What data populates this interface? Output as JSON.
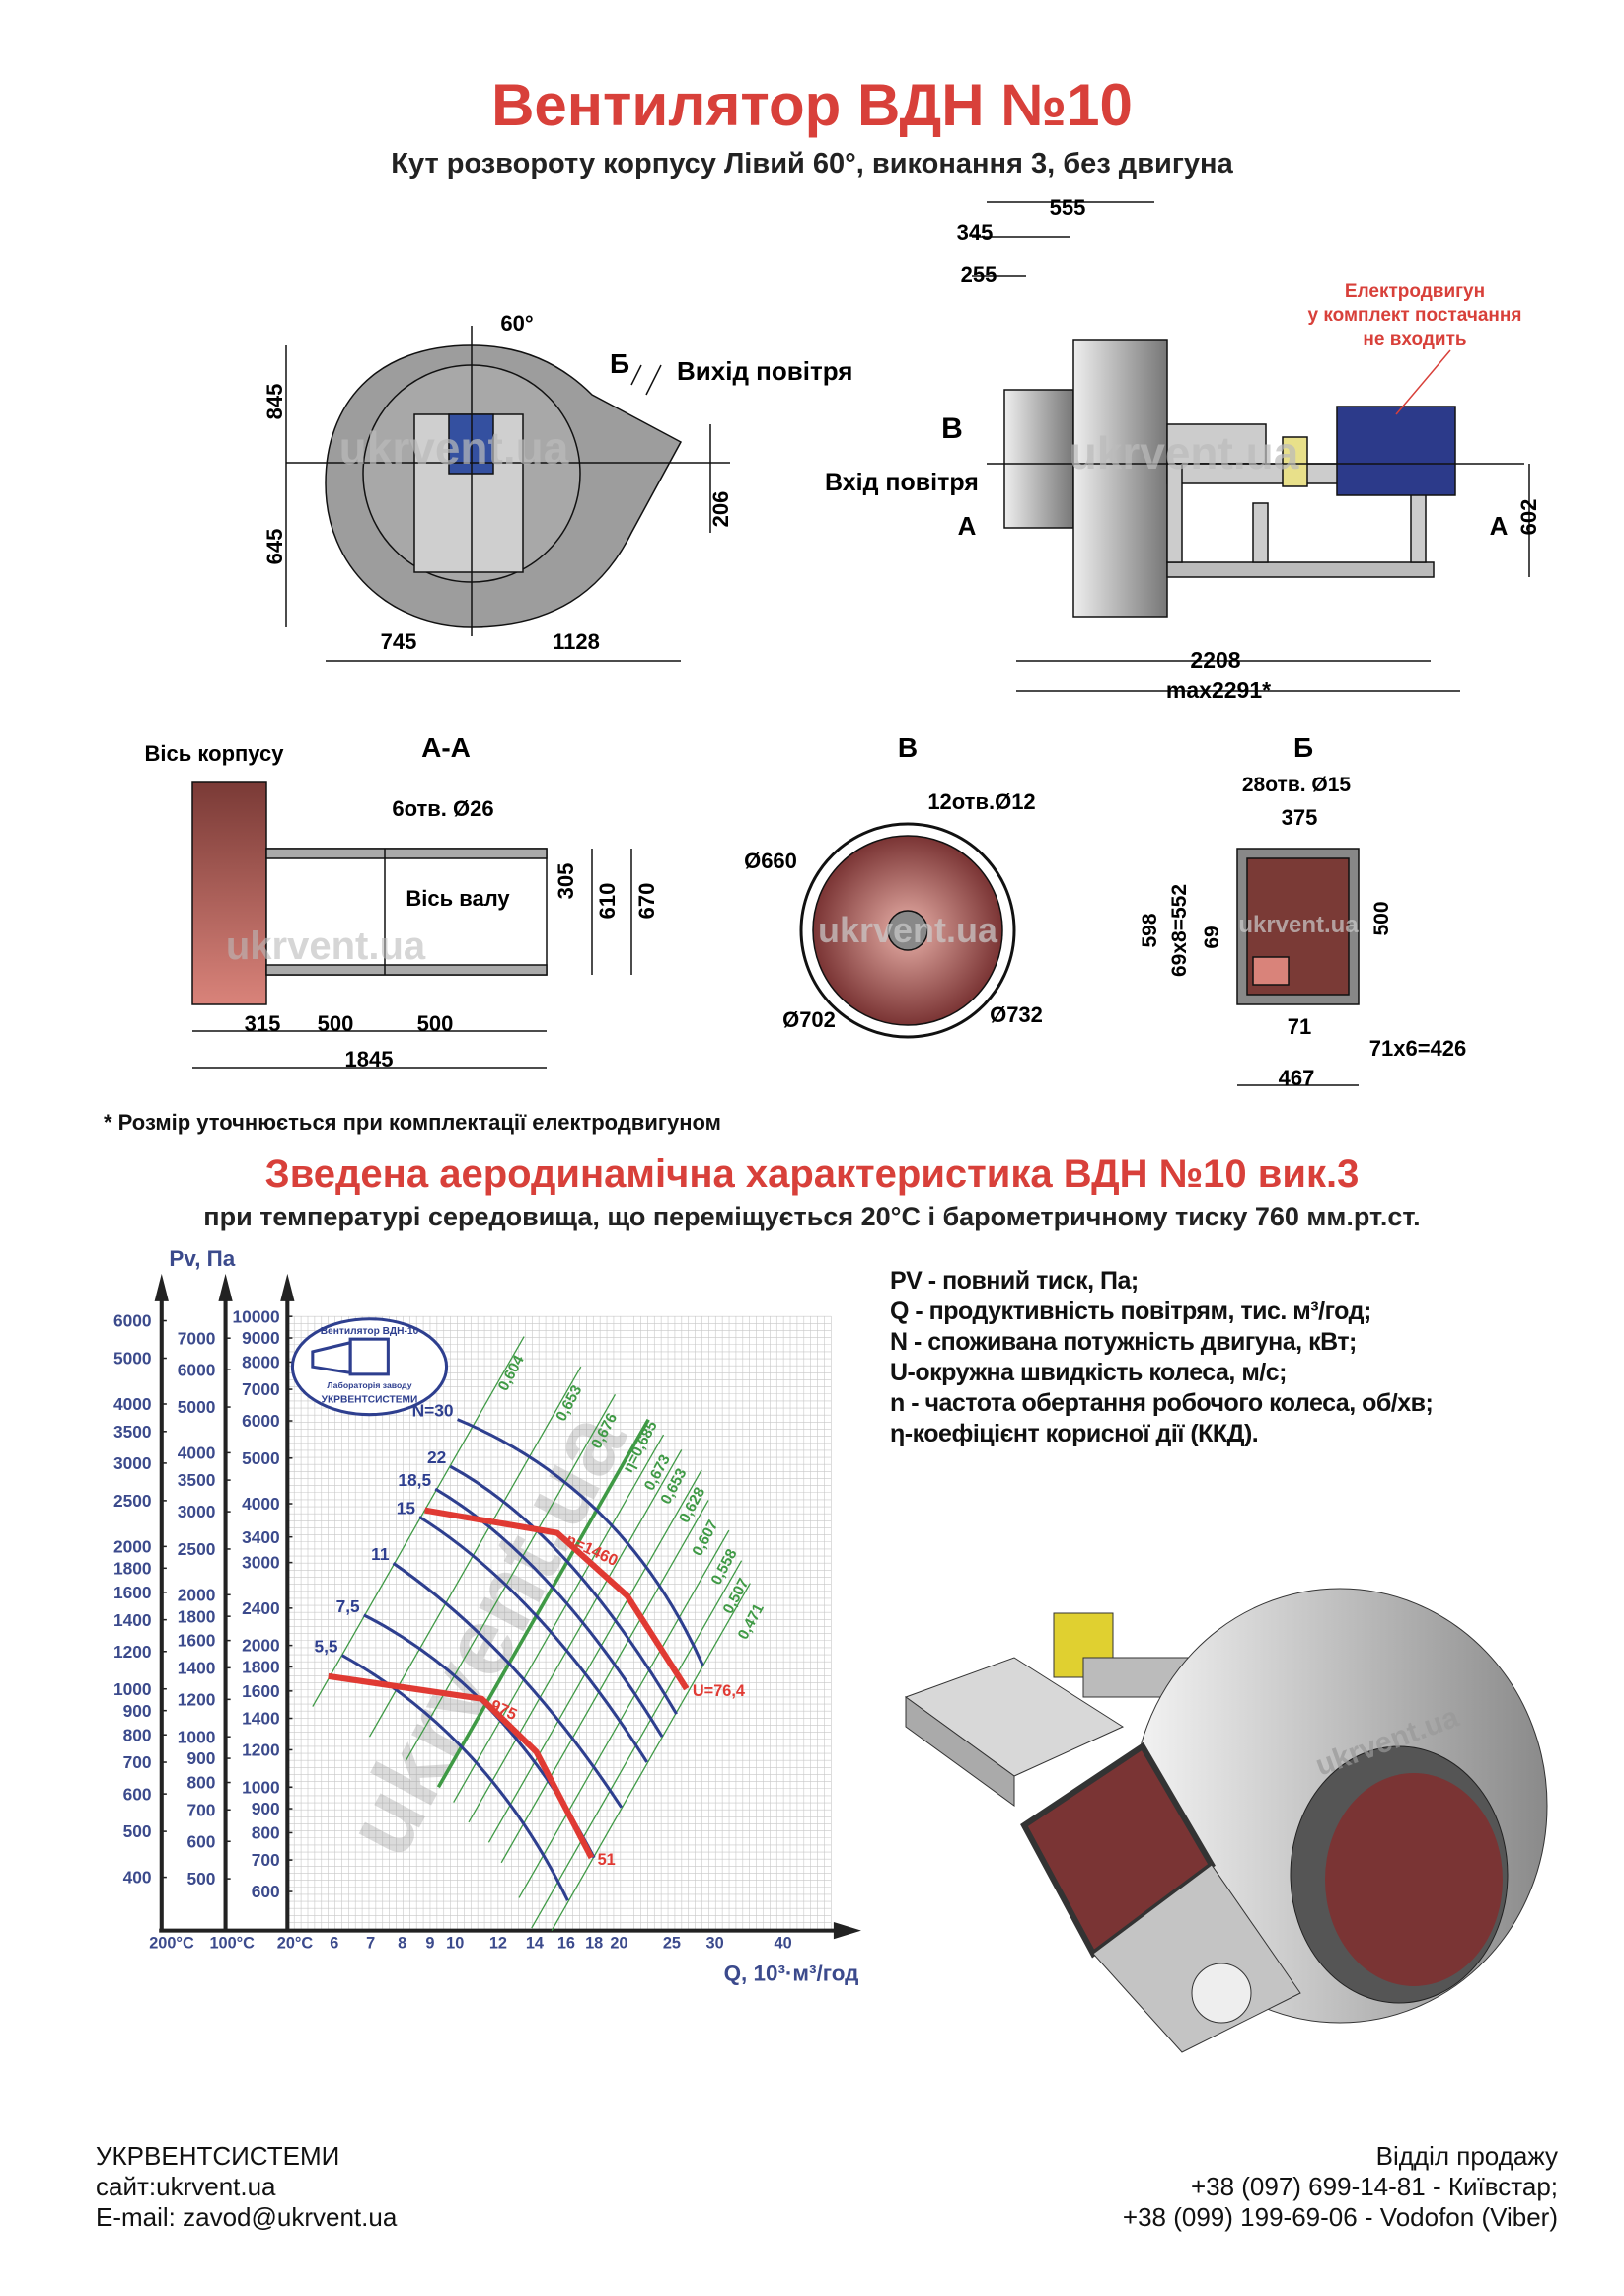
{
  "header": {
    "title": "Вентилятор  ВДН №10",
    "subtitle": "Кут розвороту корпусу Лівий 60°, виконання 3, без двигуна"
  },
  "side_view": {
    "angle": "60°",
    "dims": {
      "top_h": "845",
      "bottom_h": "645",
      "left_w": "745",
      "right_w": "1128",
      "outlet_h": "206"
    },
    "section_mark": "Б",
    "outlet_label": "Вихід повітря",
    "watermark": "ukrvent.ua"
  },
  "front_view": {
    "dims": {
      "d555": "555",
      "d345": "345",
      "d255": "255",
      "h602": "602",
      "l2208": "2208",
      "lmax": "max2291*"
    },
    "motor_note": [
      "Електродвигун",
      "у комплект постачання",
      "не входить"
    ],
    "section_b": "В",
    "inlet_label": "Вхід повітря",
    "section_a_left": "А",
    "section_a_right": "А",
    "motor_color": "#2c3a8a",
    "watermark": "ukrvent.ua"
  },
  "section_aa": {
    "title": "А-А",
    "axis_body": "Вісь корпусу",
    "holes": "6отв. Ø26",
    "axis_shaft": "Вісь валу",
    "dims": {
      "h305": "305",
      "h610": "610",
      "h670": "670",
      "w315": "315",
      "w500a": "500",
      "w500b": "500",
      "w1845": "1845"
    },
    "watermark": "ukrvent.ua"
  },
  "section_v": {
    "title": "В",
    "holes": "12отв.Ø12",
    "d660": "Ø660",
    "d702": "Ø702",
    "d732": "Ø732",
    "watermark": "ukrvent.ua"
  },
  "section_b": {
    "title": "Б",
    "holes": "28отв. Ø15",
    "dims": {
      "w375": "375",
      "h598": "598",
      "h552": "69x8=552",
      "h69": "69",
      "h500": "500",
      "w71": "71",
      "w426": "71x6=426",
      "w467": "467"
    },
    "watermark": "ukrvent.ua"
  },
  "footnote": "* Розмір уточнюється при комплектації електродвигуном",
  "chart_header": {
    "title": "Зведена аеродинамічна характеристика ВДН №10 вик.3",
    "subtitle": "при температурі середовища, що переміщується 20°С і барометричному тиску 760 мм.рт.ст."
  },
  "legend": [
    "PV - повний тиск, Па;",
    "Q - продуктивність повітрям, тис. м³/год;",
    "N - споживана потужність двигуна, кВт;",
    "U-окружна швидкість колеса, м/с;",
    "n - частота обертання робочого колеса, об/хв;",
    "η-коефіцієнт корисної дії (ККД)."
  ],
  "chart_data": {
    "type": "line",
    "x_scale": "log",
    "y_scale": "log",
    "ylabel": "Pv, Па",
    "xlabel": "Q, 10³·м³/год",
    "x_ticks": [
      "6",
      "7",
      "8",
      "9",
      "10",
      "12",
      "14",
      "16",
      "18",
      "20",
      "25",
      "30",
      "40"
    ],
    "x_tick_values": [
      6,
      7,
      8,
      9,
      10,
      12,
      14,
      16,
      18,
      20,
      25,
      30,
      40
    ],
    "grid": true,
    "y_axes": [
      {
        "label": "200°C",
        "ticks": [
          "6000",
          "5000",
          "4000",
          "3500",
          "3000",
          "2500",
          "2000",
          "1800",
          "1600",
          "1400",
          "1200",
          "1000",
          "900",
          "800",
          "700",
          "600",
          "500",
          "400"
        ],
        "values": [
          6000,
          5000,
          4000,
          3500,
          3000,
          2500,
          2000,
          1800,
          1600,
          1400,
          1200,
          1000,
          900,
          800,
          700,
          600,
          500,
          400
        ]
      },
      {
        "label": "100°C",
        "ticks": [
          "7000",
          "6000",
          "5000",
          "4000",
          "3500",
          "3000",
          "2500",
          "2000",
          "1800",
          "1600",
          "1400",
          "1200",
          "1000",
          "900",
          "800",
          "700",
          "600",
          "500"
        ],
        "values": [
          7000,
          6000,
          5000,
          4000,
          3500,
          3000,
          2500,
          2000,
          1800,
          1600,
          1400,
          1200,
          1000,
          900,
          800,
          700,
          600,
          500
        ]
      },
      {
        "label": "20°C",
        "ticks": [
          "10000",
          "9000",
          "8000",
          "7000",
          "6000",
          "5000",
          "4000",
          "3400",
          "3000",
          "2400",
          "2000",
          "1800",
          "1600",
          "1400",
          "1200",
          "1000",
          "900",
          "800",
          "700",
          "600"
        ],
        "values": [
          10000,
          9000,
          8000,
          7000,
          6000,
          5000,
          4000,
          3400,
          3000,
          2400,
          2000,
          1800,
          1600,
          1400,
          1200,
          1000,
          900,
          800,
          700,
          600
        ]
      }
    ],
    "power_curves": [
      {
        "label": "N=30",
        "points": [
          [
            10.1,
            6040
          ],
          [
            18.6,
            3780
          ],
          [
            28.5,
            1815
          ]
        ]
      },
      {
        "label": "22",
        "points": [
          [
            9.8,
            4800
          ],
          [
            16.0,
            3030
          ],
          [
            25.5,
            1430
          ]
        ]
      },
      {
        "label": "18,5",
        "points": [
          [
            9.2,
            4300
          ],
          [
            15.0,
            2680
          ],
          [
            24.0,
            1280
          ]
        ]
      },
      {
        "label": "15",
        "points": [
          [
            8.6,
            3750
          ],
          [
            14.1,
            2310
          ],
          [
            22.5,
            1130
          ]
        ]
      },
      {
        "label": "11",
        "points": [
          [
            7.7,
            2990
          ],
          [
            12.7,
            1806
          ],
          [
            20.2,
            906
          ]
        ]
      },
      {
        "label": "7,5",
        "points": [
          [
            6.8,
            2320
          ],
          [
            11.7,
            1447
          ],
          [
            18.0,
            708
          ]
        ]
      },
      {
        "label": "5,5",
        "points": [
          [
            6.2,
            1906
          ],
          [
            10.7,
            1159
          ],
          [
            16.1,
            574
          ]
        ]
      }
    ],
    "speed_curves": [
      {
        "label": "n=1460",
        "end_label": "U=76,4",
        "points": [
          [
            8.8,
            3875
          ],
          [
            15.4,
            3467
          ],
          [
            20.7,
            2550
          ],
          [
            26.6,
            1617
          ]
        ]
      },
      {
        "label": "975",
        "end_label": "51",
        "points": [
          [
            5.85,
            1720
          ],
          [
            11.2,
            1540
          ],
          [
            14.1,
            1188
          ],
          [
            17.8,
            708
          ]
        ]
      }
    ],
    "efficiency_lines": [
      "0,604",
      "0,653",
      "0,676",
      "η=0,685",
      "0,673",
      "0,653",
      "0,628",
      "0,607",
      "0,558",
      "0,507",
      "0,471"
    ],
    "logo_text": [
      "Вентилятор ВДН-10",
      "Лабораторія заводу",
      "УКРВЕНТСИСТЕМИ"
    ],
    "watermark": "ukrvent.ua",
    "colors": {
      "power": "#2e3f8f",
      "speed": "#e03a33",
      "efficiency": "#3f9a45",
      "axis": "#3b4a8c",
      "grid": "#c8c8c8"
    }
  },
  "render_watermark": "ukrvent.ua",
  "footer": {
    "company": "УКРВЕНТСИСТЕМИ",
    "site": "сайт:ukrvent.ua",
    "email": "E-mail: zavod@ukrvent.ua",
    "sales": "Відділ продажу",
    "phone1": "+38 (097) 699-14-81 - Київстар;",
    "phone2": "+38 (099) 199-69-06 - Vodofon (Viber)"
  }
}
